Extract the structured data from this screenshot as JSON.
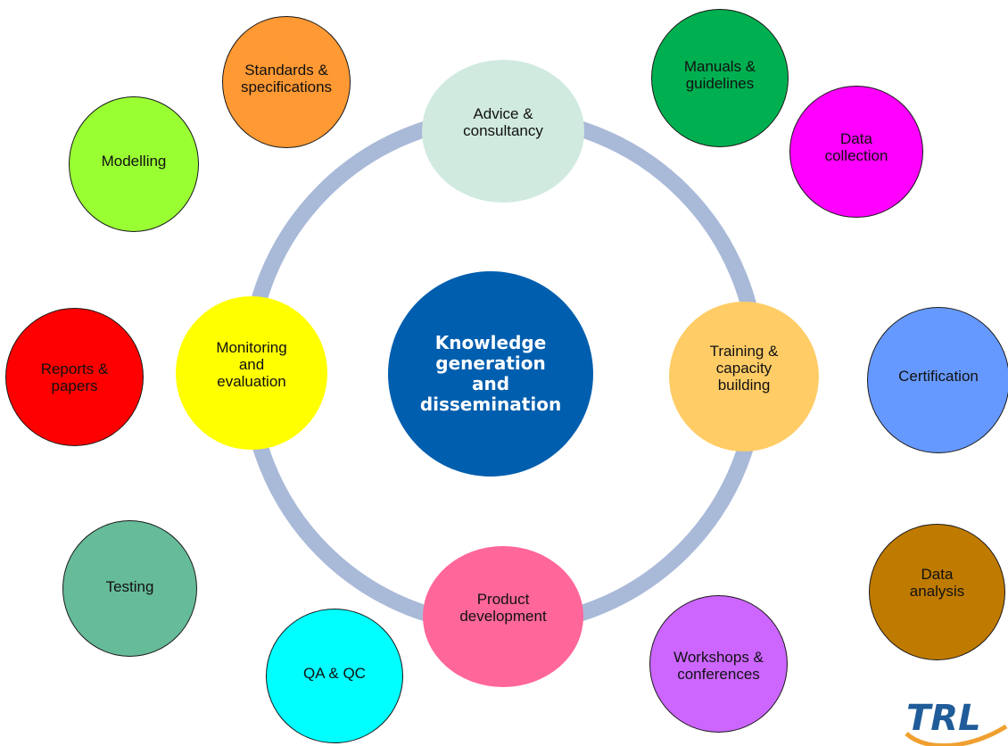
{
  "diagram": {
    "center": {
      "label": "Knowledge\ngeneration\nand\ndissemination",
      "color": "#005EAE"
    },
    "ring_color": "#A9B9D8",
    "inner": [
      {
        "id": "advice",
        "label": "Advice &\nconsultancy",
        "color": "#D0EADF"
      },
      {
        "id": "training",
        "label": "Training &\ncapacity\nbuilding",
        "color": "#FFCC66"
      },
      {
        "id": "product",
        "label": "Product\ndevelopment",
        "color": "#FF6699"
      },
      {
        "id": "monitoring",
        "label": "Monitoring\nand\nevaluation",
        "color": "#FFFF00"
      }
    ],
    "outer": [
      {
        "id": "standards",
        "label": "Standards &\nspecifications",
        "color": "#FF9933"
      },
      {
        "id": "manuals",
        "label": "Manuals &\nguidelines",
        "color": "#00B050"
      },
      {
        "id": "data-collection",
        "label": "Data\ncollection",
        "color": "#FF00FF"
      },
      {
        "id": "modelling",
        "label": "Modelling",
        "color": "#99FF33"
      },
      {
        "id": "reports",
        "label": "Reports &\npapers",
        "color": "#FF0000"
      },
      {
        "id": "certification",
        "label": "Certification",
        "color": "#6699FF"
      },
      {
        "id": "testing",
        "label": "Testing",
        "color": "#66BB99"
      },
      {
        "id": "data-analysis",
        "label": "Data\nanalysis",
        "color": "#BF7A00"
      },
      {
        "id": "qa-qc",
        "label": "QA & QC",
        "color": "#00FFFF"
      },
      {
        "id": "workshops",
        "label": "Workshops &\nconferences",
        "color": "#CC66FF"
      }
    ]
  },
  "logo": {
    "text": "TRL",
    "color": "#1F5C99",
    "swoosh_color": "#F0A030"
  }
}
